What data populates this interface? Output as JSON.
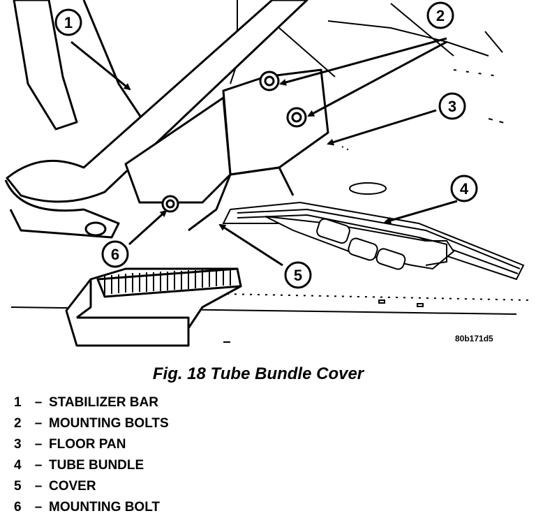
{
  "callouts": [
    "1",
    "2",
    "3",
    "4",
    "5",
    "6"
  ],
  "figure_code": "80b171d5",
  "caption": "Fig. 18 Tube Bundle Cover",
  "legend": [
    {
      "num": "1",
      "sep": "–",
      "label": "STABILIZER BAR"
    },
    {
      "num": "2",
      "sep": "–",
      "label": "MOUNTING BOLTS"
    },
    {
      "num": "3",
      "sep": "–",
      "label": "FLOOR PAN"
    },
    {
      "num": "4",
      "sep": "–",
      "label": "TUBE BUNDLE"
    },
    {
      "num": "5",
      "sep": "–",
      "label": "COVER"
    },
    {
      "num": "6",
      "sep": "–",
      "label": "MOUNTING BOLT"
    }
  ],
  "colors": {
    "ink": "#000000",
    "paper": "#ffffff"
  }
}
